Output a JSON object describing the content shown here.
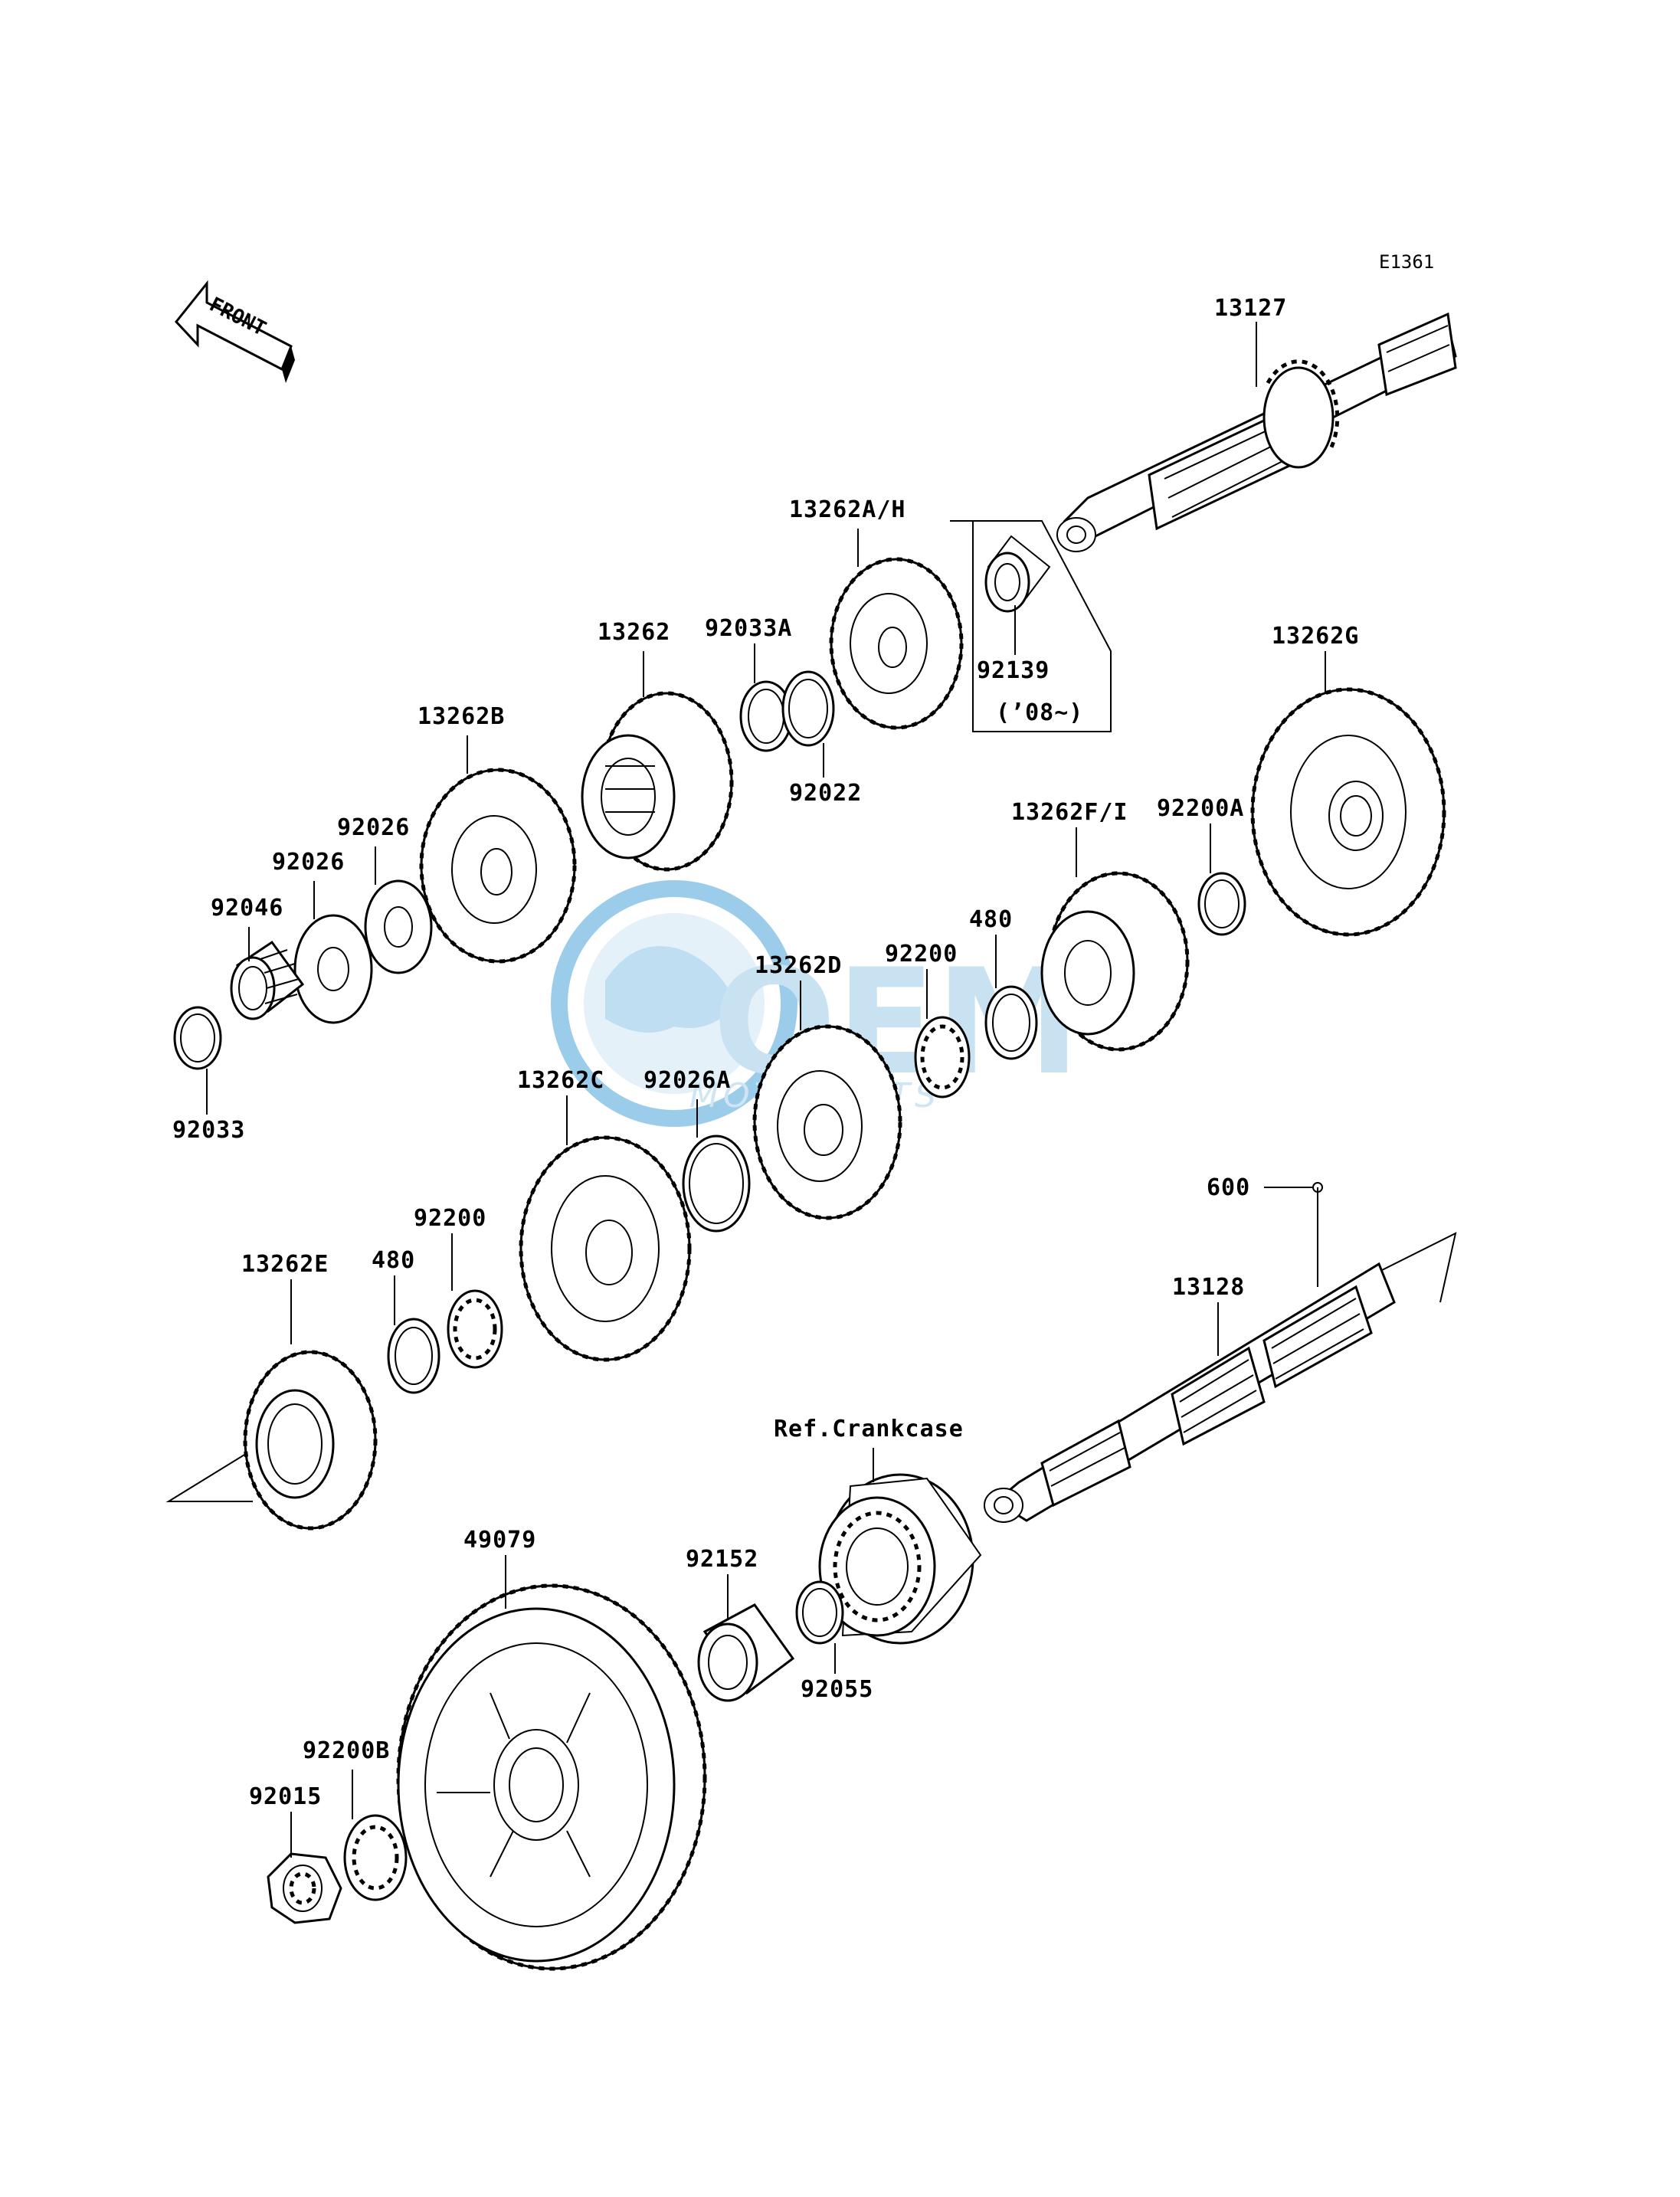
{
  "diagram_code": "E1361",
  "front_arrow_label": "FRONT",
  "watermark": {
    "brand": "OEM",
    "sub": "MOTOPARTS",
    "color": "#4aa3d8"
  },
  "labels": {
    "p13127": "13127",
    "p13262AH": "13262A/H",
    "p92139": "92139",
    "p92139_note": "(’08~)",
    "p13262G": "13262G",
    "p92033A": "92033A",
    "p13262": "13262",
    "p92022": "92022",
    "p13262B": "13262B",
    "p92026a": "92026",
    "p92026b": "92026",
    "p92046": "92046",
    "p92033": "92033",
    "p13262FI": "13262F/I",
    "p92200A": "92200A",
    "p480a": "480",
    "p92200a": "92200",
    "p13262D": "13262D",
    "p13262C": "13262C",
    "p92026A": "92026A",
    "p92200b": "92200",
    "p480b": "480",
    "p13262E": "13262E",
    "p600": "600",
    "p13128": "13128",
    "ref_crankcase": "Ref.Crankcase",
    "p49079": "49079",
    "p92152": "92152",
    "p92055": "92055",
    "p92200B": "92200B",
    "p92015": "92015"
  }
}
